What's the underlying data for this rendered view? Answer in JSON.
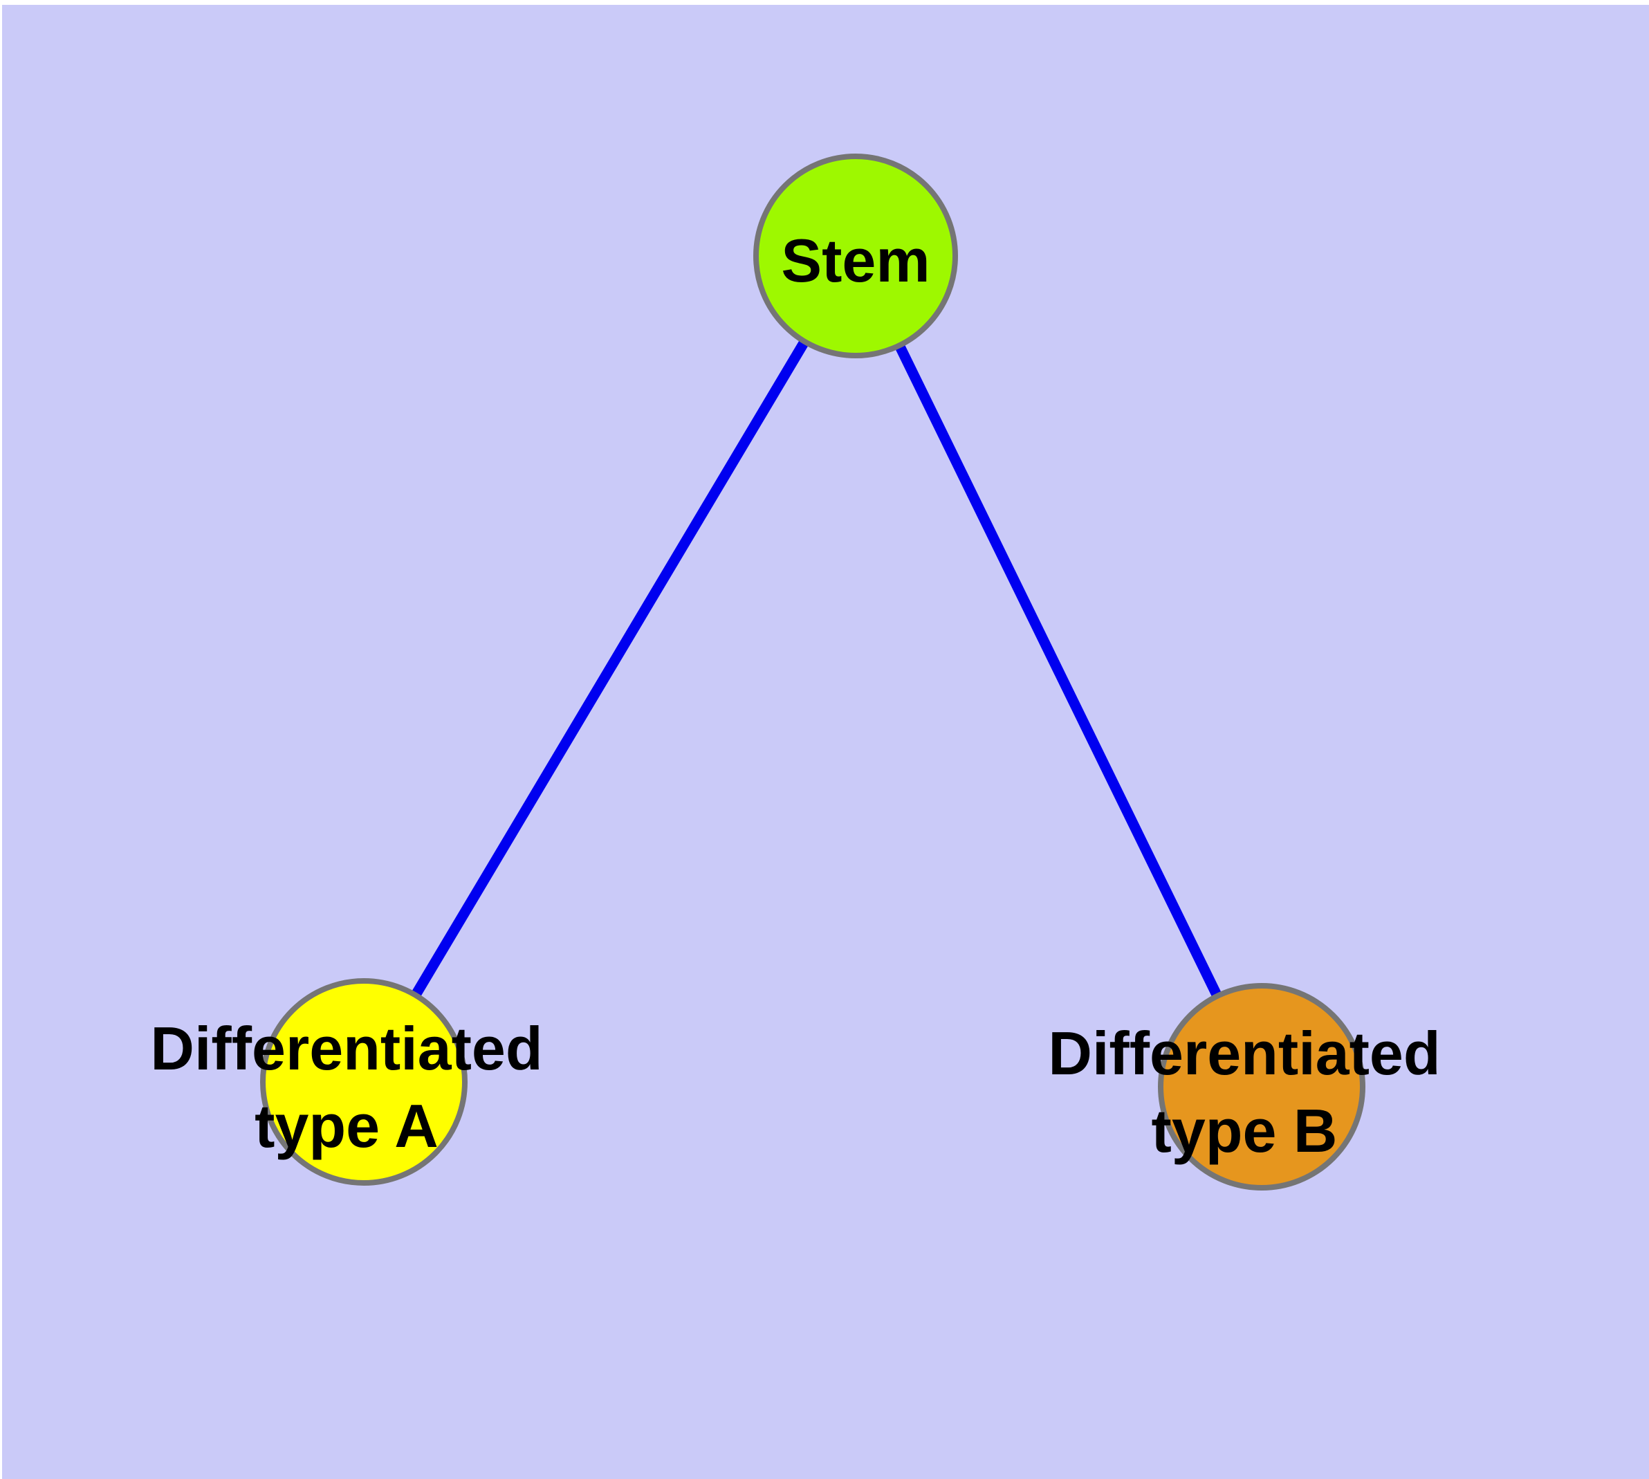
{
  "canvas": {
    "background_color": "#CACAF8",
    "frame_color": "#FFFFFF"
  },
  "diagram": {
    "type": "node-link-graph",
    "nodes": [
      {
        "id": "stem",
        "label": "Stem",
        "label_lines": [
          "Stem"
        ],
        "fill": "#9EF800",
        "border_color": "#757575"
      },
      {
        "id": "differentiated-type-a",
        "label": "Differentiated type A",
        "label_lines": [
          "Differentiated",
          "type A"
        ],
        "fill": "#FFFF00",
        "border_color": "#757575"
      },
      {
        "id": "differentiated-type-b",
        "label": "Differentiated type B",
        "label_lines": [
          "Differentiated",
          "type B"
        ],
        "fill": "#E6961E",
        "border_color": "#757575"
      }
    ],
    "edges": [
      {
        "from": "stem",
        "to": "differentiated-type-a",
        "color": "#0000F0"
      },
      {
        "from": "stem",
        "to": "differentiated-type-b",
        "color": "#0000F0"
      }
    ],
    "text_color": "#000000"
  }
}
